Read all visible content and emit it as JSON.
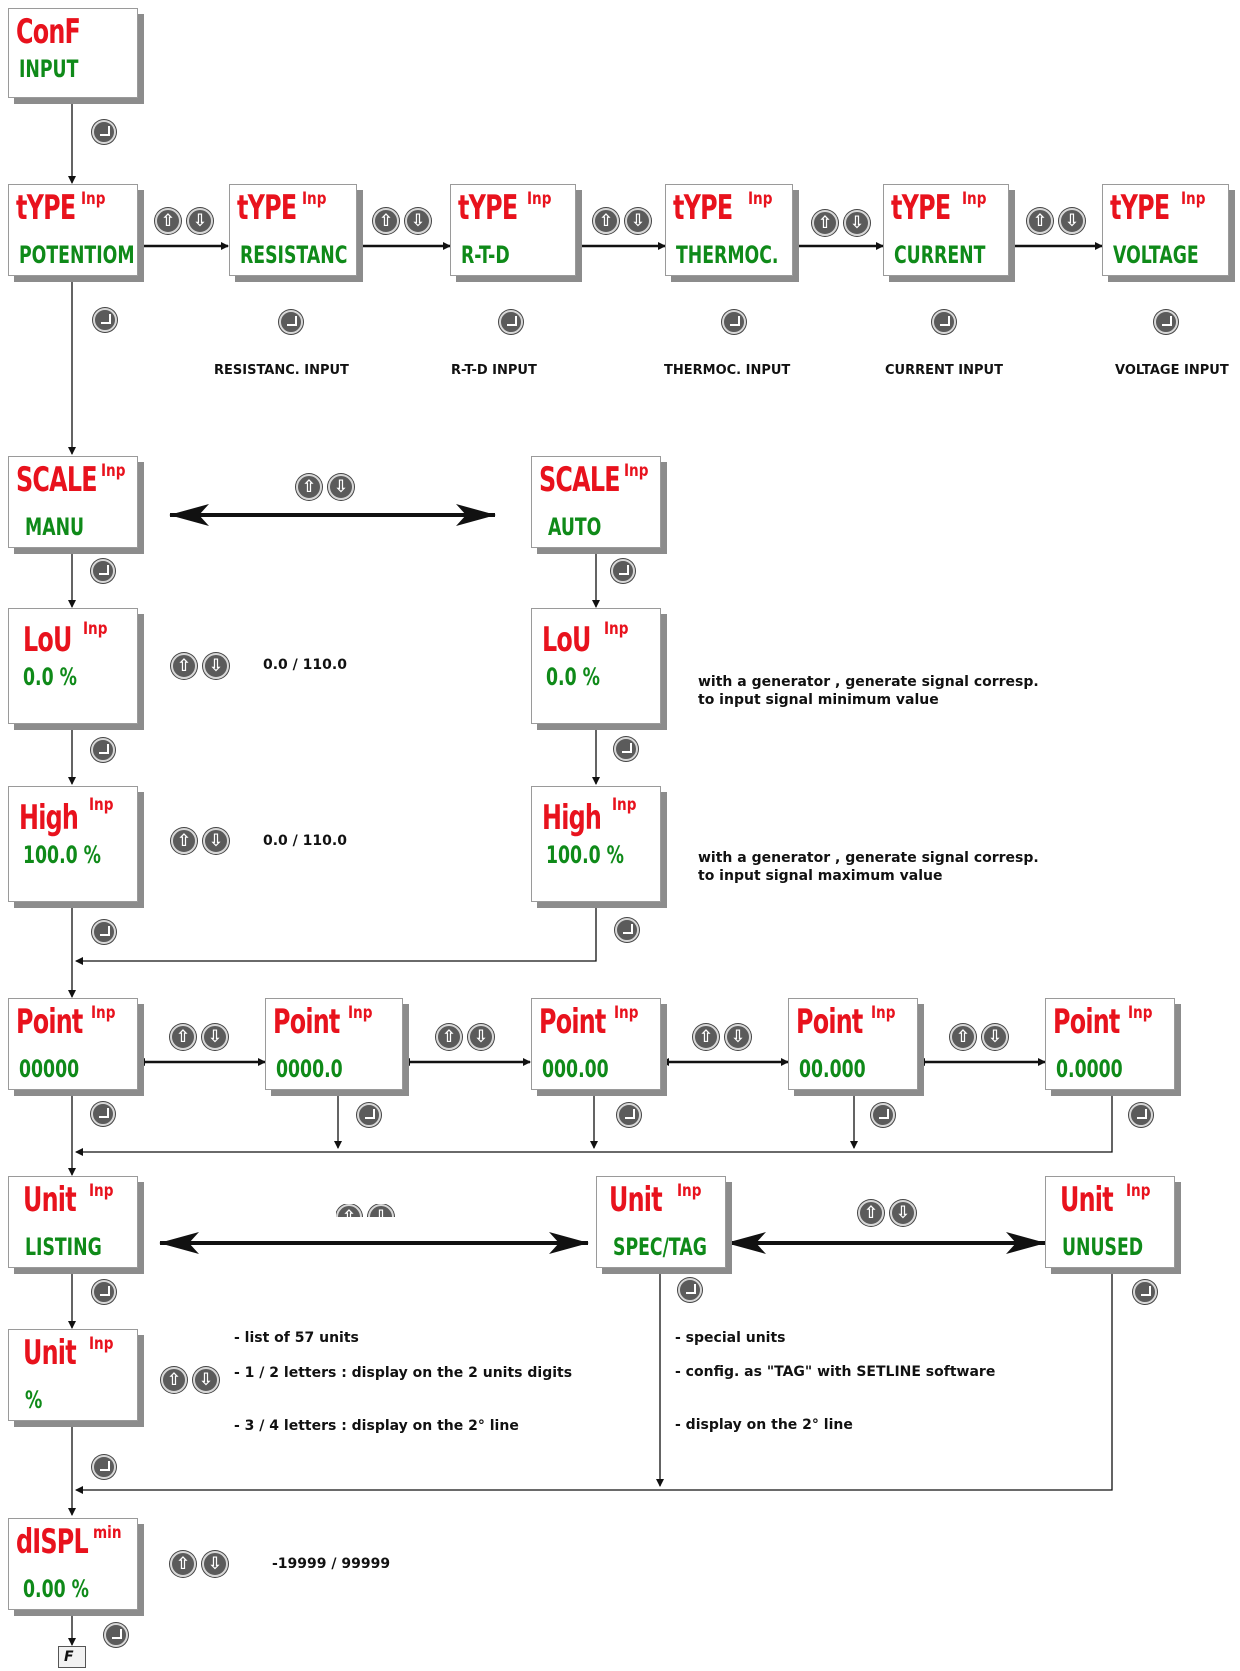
{
  "conf": {
    "main": "ConF",
    "sub": "INPUT"
  },
  "type_row": [
    {
      "main": "tYPE",
      "sup": "Inp",
      "sub": "POTENTIOM"
    },
    {
      "main": "tYPE",
      "sup": "Inp",
      "sub": "RESISTANC"
    },
    {
      "main": "tYPE",
      "sup": "Inp",
      "sub": "R-T-D"
    },
    {
      "main": "tYPE",
      "sup": "Inp",
      "sub": "THERMOC."
    },
    {
      "main": "tYPE",
      "sup": "Inp",
      "sub": "CURRENT"
    },
    {
      "main": "tYPE",
      "sup": "Inp",
      "sub": "VOLTAGE"
    }
  ],
  "input_labels": [
    "RESISTANC. INPUT",
    "R-T-D INPUT",
    "THERMOC. INPUT",
    "CURRENT INPUT",
    "VOLTAGE INPUT"
  ],
  "scale": [
    {
      "main": "SCALE",
      "sup": "Inp",
      "sub": "MANU"
    },
    {
      "main": "SCALE",
      "sup": "Inp",
      "sub": "AUTO"
    }
  ],
  "lou": {
    "main": "LoU",
    "sup": "Inp",
    "sub": "0.0 %"
  },
  "high": {
    "main": "High",
    "sup": "Inp",
    "sub": "100.0 %"
  },
  "lou_auto": {
    "main": "LoU",
    "sup": "Inp",
    "sub": "0.0 %"
  },
  "high_auto": {
    "main": "High",
    "sup": "Inp",
    "sub": "100.0 %"
  },
  "ranges": {
    "lou": "0.0 / 110.0",
    "high": "0.0 / 110.0",
    "displ": "-19999 / 99999"
  },
  "notes": {
    "lou_1": "with a generator , generate signal corresp.",
    "lou_2": "to input signal minimum value",
    "high_1": "with a generator , generate signal corresp.",
    "high_2": "to input signal maximum value",
    "listing_1": "- list of 57 units",
    "listing_2": "- 1 / 2 letters : display on the 2 units digits",
    "listing_3": "- 3 / 4 letters : display on the 2° line",
    "spec_1": "- special units",
    "spec_2": "- config. as \"TAG\" with SETLINE software",
    "spec_3": "- display on the 2° line"
  },
  "point_row": [
    {
      "main": "Point",
      "sup": "Inp",
      "sub": "00000"
    },
    {
      "main": "Point",
      "sup": "Inp",
      "sub": "0000.0"
    },
    {
      "main": "Point",
      "sup": "Inp",
      "sub": "000.00"
    },
    {
      "main": "Point",
      "sup": "Inp",
      "sub": "00.000"
    },
    {
      "main": "Point",
      "sup": "Inp",
      "sub": "0.0000"
    }
  ],
  "unit_row": [
    {
      "main": "Unit",
      "sup": "Inp",
      "sub": "LISTING"
    },
    {
      "main": "Unit",
      "sup": "Inp",
      "sub": "SPEC/TAG"
    },
    {
      "main": "Unit",
      "sup": "Inp",
      "sub": "UNUSED"
    }
  ],
  "unit_pct": {
    "main": "Unit",
    "sup": "Inp",
    "sub": "%"
  },
  "displ": {
    "main": "dISPL",
    "sup": "min",
    "sub": "0.00 %"
  },
  "f_key": "F",
  "up_glyph": "⇧",
  "down_glyph": "⇩"
}
